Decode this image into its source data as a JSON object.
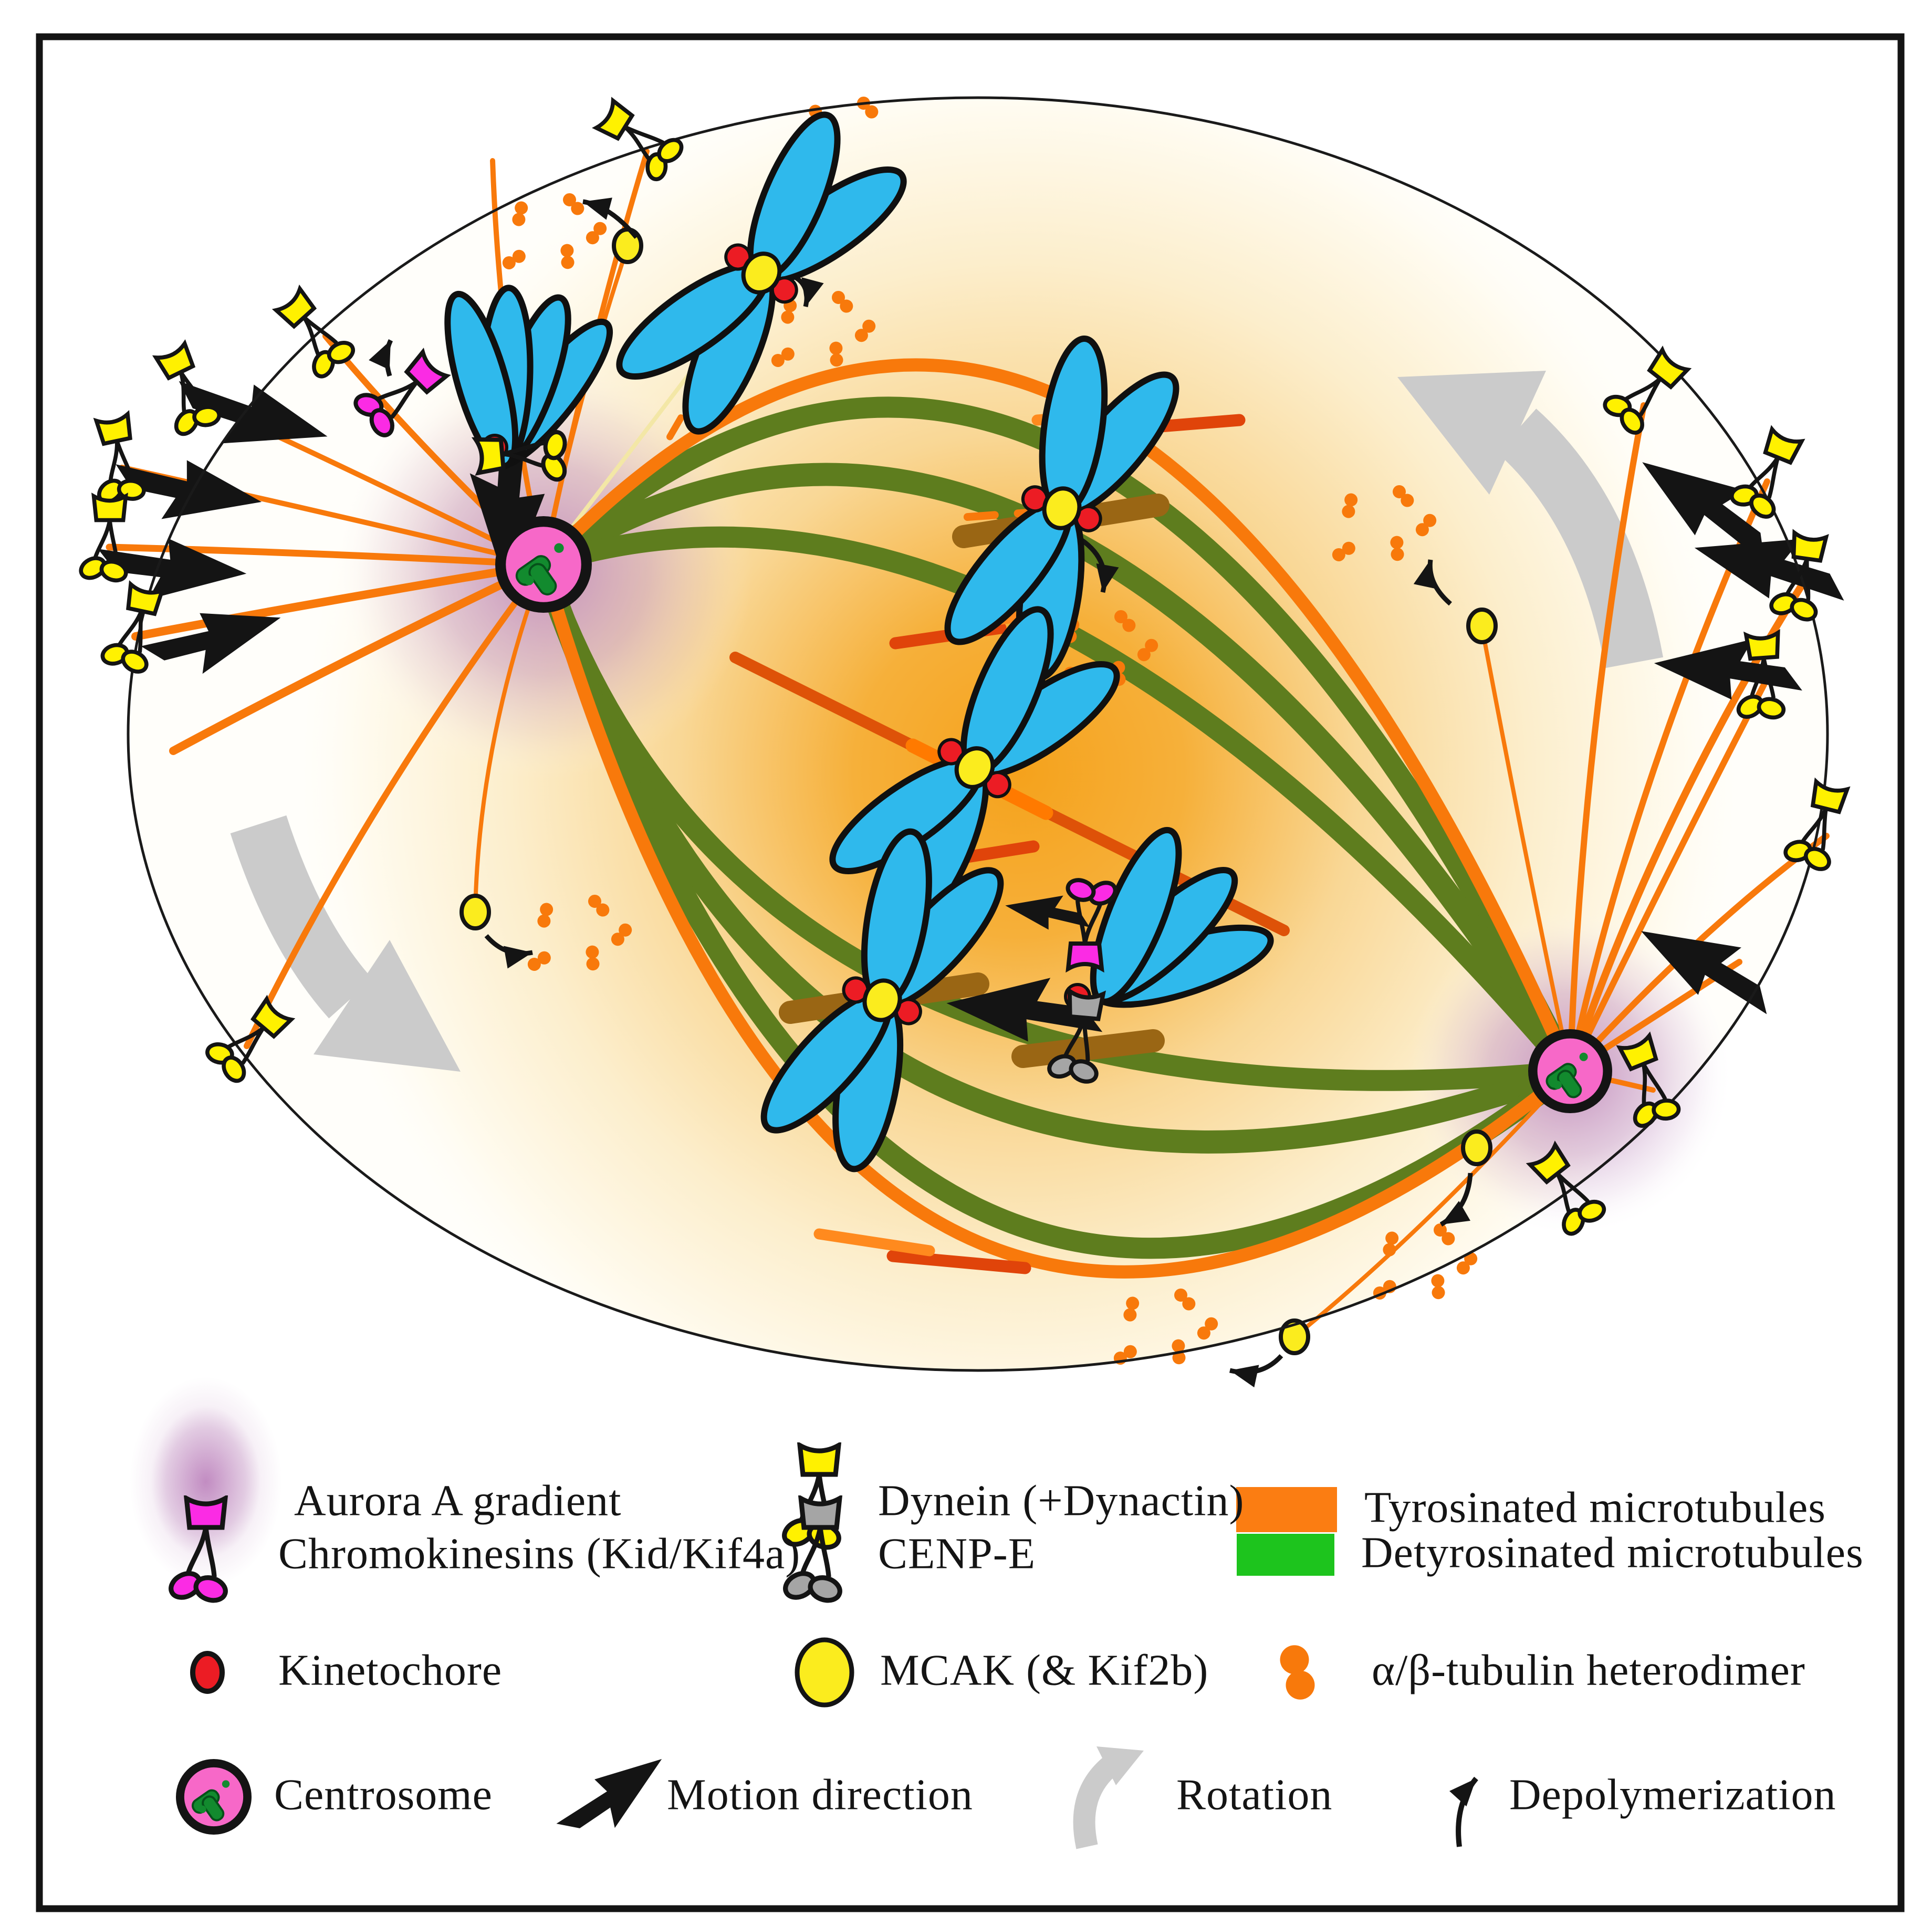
{
  "figure": {
    "title": "Mitotic spindle positioning and microtubule dynamics diagram",
    "text_in_diagram": "none"
  },
  "legend": {
    "items": [
      {
        "icon": "aurora-gradient-icon",
        "label": "Aurora A gradient"
      },
      {
        "icon": "dynein-icon",
        "label": "Dynein (+Dynactin)"
      },
      {
        "icon": "tyrosinated-mt-icon",
        "label": "Tyrosinated microtubules"
      },
      {
        "icon": "chromokinesin-icon",
        "label": "Chromokinesins (Kid/Kif4a)"
      },
      {
        "icon": "cenpe-icon",
        "label": "CENP-E"
      },
      {
        "icon": "detyrosinated-mt-icon",
        "label": "Detyrosinated microtubules"
      },
      {
        "icon": "kinetochore-icon",
        "label": "Kinetochore"
      },
      {
        "icon": "mcak-icon",
        "label": "MCAK (& Kif2b)"
      },
      {
        "icon": "tubulin-dimer-icon",
        "label": "α/β-tubulin heterodimer"
      },
      {
        "icon": "centrosome-icon",
        "label": "Centrosome"
      },
      {
        "icon": "motion-arrow-icon",
        "label": "Motion direction"
      },
      {
        "icon": "rotation-arrow-icon",
        "label": "Rotation"
      },
      {
        "icon": "depolymerization-icon",
        "label": "Depolymerization"
      }
    ]
  },
  "palette": {
    "tyrosinated_mt": "#F8790B",
    "tyrosinated_bar": "#FB7D12",
    "detyrosinated_bar": "#1DC41D",
    "spindle_green": "#5E7D1E",
    "overlap_dark": "#E0440A",
    "overlap_bright": "#FF8A1E",
    "kfiber_brown": "#9A6614",
    "axis_red": "#DE5208",
    "chromosome_blue": "#2FB9EC",
    "kinetochore_red": "#EC1C24",
    "mcak_yellow": "#FBEC1E",
    "dynein_yellow": "#FFF100",
    "chromokinesin_magenta": "#FB2BE4",
    "cenpe_gray": "#A5A5A5",
    "centrosome_pink": "#F768C8",
    "centriole_green": "#128A2E",
    "aurora_purple": "#B778B7",
    "cell_glow_center": "#F5A21C",
    "rotation_gray": "#CBCBCB",
    "outline": "#141414"
  }
}
